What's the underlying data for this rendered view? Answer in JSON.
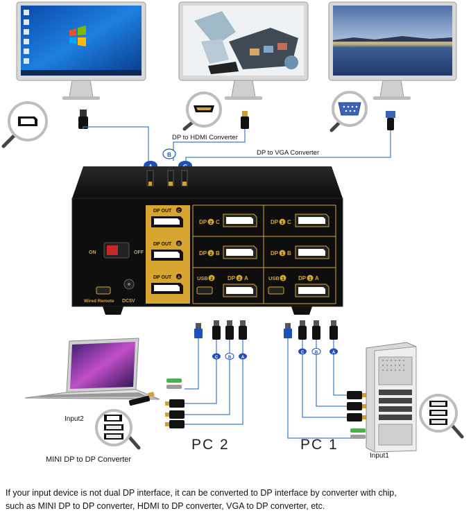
{
  "converters": {
    "dp_to_hdmi": "DP to HDMI Converter",
    "dp_to_vga": "DP to VGA Converter",
    "mini_dp": "MINI DP to DP Converter"
  },
  "badges": {
    "a": "A",
    "b": "B",
    "c": "C"
  },
  "switch": {
    "on": "ON",
    "off": "OFF",
    "wired_remote": "Wired Remote",
    "dc": "DC5V",
    "dp_out_c": "DP OUT",
    "dp_out_b": "DP OUT",
    "dp_out_a": "DP OUT",
    "dp2c": "DP",
    "dp2b": "DP",
    "dp2a": "DP",
    "dp1c": "DP",
    "dp1b": "DP",
    "dp1a": "DP",
    "usb2": "USB",
    "usb1": "USB",
    "num1": "1",
    "num2": "2",
    "suffix_c": "C",
    "suffix_b": "B",
    "suffix_a": "A"
  },
  "pcs": {
    "pc2": "PC 2",
    "pc1": "PC 1",
    "input2": "Input2",
    "input1": "Input1"
  },
  "footer": {
    "line1": "If your input device is not dual DP interface, it can be converted to DP  interface by converter with chip,",
    "line2": "such as MINI DP to DP converter, HDMI to DP converter, VGA to DP converter, etc."
  },
  "colors": {
    "switch_body": "#111111",
    "gold": "#d9a531",
    "badge_blue": "#1f4fb8",
    "cable_blue": "#3a7cc8"
  }
}
